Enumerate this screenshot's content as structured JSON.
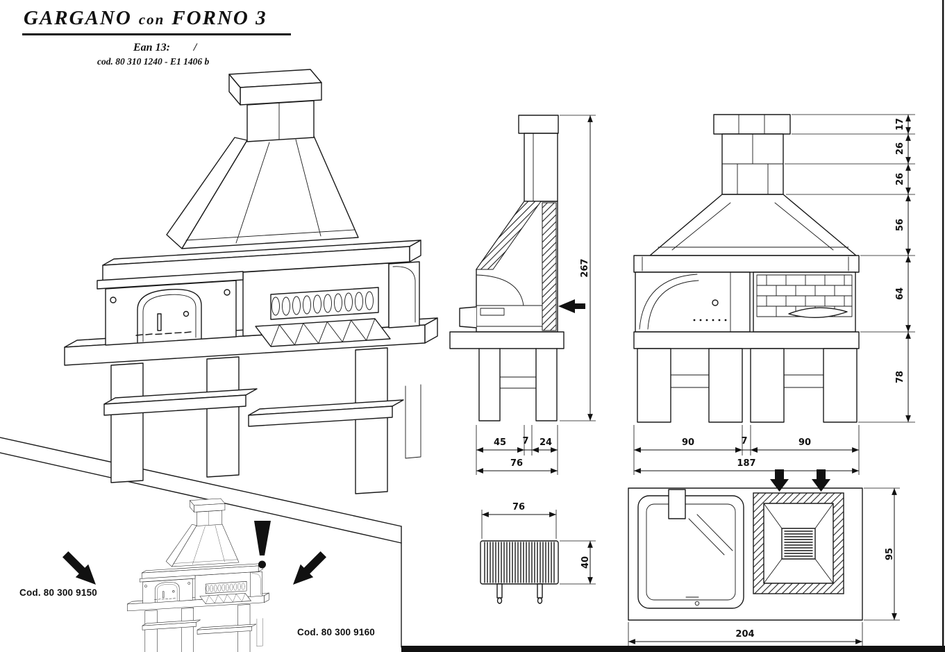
{
  "page": {
    "title_main": "GARGANO",
    "title_con": "con",
    "title_model": "FORNO 3",
    "ean_label": "Ean 13:",
    "ean_value": "/",
    "cod_line": "cod. 80 310 1240 - E1 1406 b"
  },
  "product_codes": {
    "left": "Cod. 80 300 9150",
    "right": "Cod. 80 300 9160"
  },
  "side_view": {
    "total_height": "267",
    "depth_front": "45",
    "depth_wall": "7",
    "depth_back": "24",
    "depth_total": "76"
  },
  "front_view": {
    "h_cap": "17",
    "h_shaft_upper": "26",
    "h_shaft_lower": "26",
    "h_hood": "56",
    "h_firebox": "64",
    "h_base": "78",
    "w_left": "90",
    "w_center": "7",
    "w_right": "90",
    "w_total": "187"
  },
  "grate_detail": {
    "width": "76",
    "height": "40"
  },
  "top_view": {
    "depth": "95",
    "width": "204"
  }
}
